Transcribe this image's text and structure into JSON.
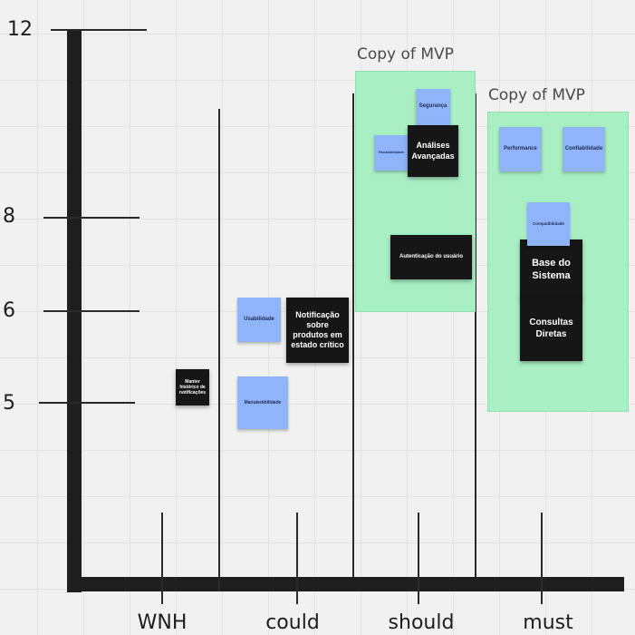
{
  "y_axis_labels": [
    "12",
    "8",
    "6",
    "5"
  ],
  "x_axis_labels": [
    "WNH",
    "could",
    "should",
    "must"
  ],
  "frames": [
    {
      "title": "Copy of MVP"
    },
    {
      "title": "Copy of MVP"
    }
  ],
  "notes": {
    "manter_historico": "Manter histórico de notificações",
    "usabilidade": "Usabilidade",
    "notificacao": "Notificação sobre produtos em estado crítico",
    "manutenibilidade": "Manutenibilidade",
    "seguranca": "Segurança",
    "escalabilidade": "Escalabilidade",
    "analises": "Análises Avançadas",
    "autenticacao": "Autenticação do usuário",
    "performance": "Performance",
    "confiabilidade": "Confiabilidade",
    "compatibilidade": "Compatibilidade",
    "base_sistema": "Base do Sistema",
    "consultas": "Consultas Diretas"
  },
  "colors": {
    "sticky_blue": "#8fb4f8",
    "sticky_black": "#161616",
    "frame_green": "#a8efc4",
    "axis": "#1e1e1e"
  }
}
